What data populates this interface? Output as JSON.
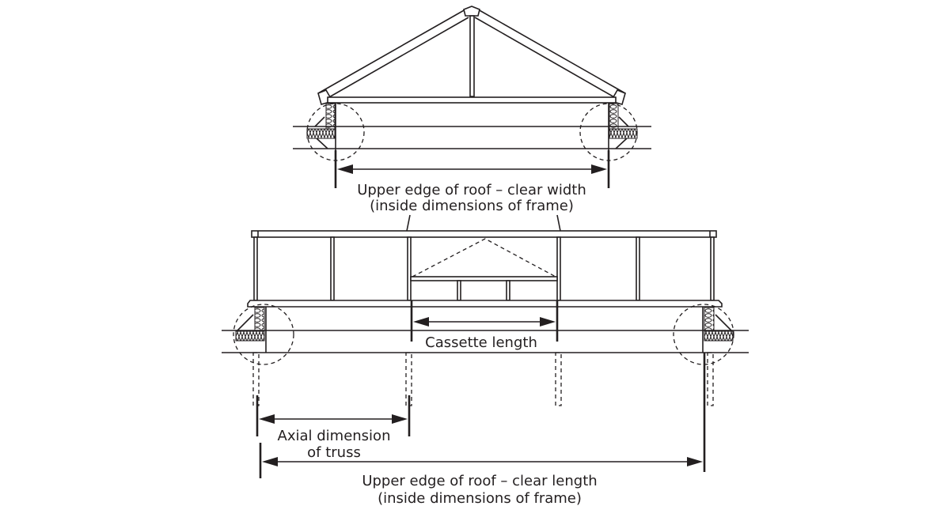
{
  "diagram": {
    "title": "Roof truss and cassette dimensions",
    "labels": {
      "clear_width_line1": "Upper edge of roof – clear width",
      "clear_width_line2": "(inside dimensions of frame)",
      "cassette_length": "Cassette length",
      "axial_line1": "Axial dimension",
      "axial_line2": "of truss",
      "clear_length_line1": "Upper edge of roof – clear length",
      "clear_length_line2": "(inside dimensions of frame)"
    },
    "colors": {
      "ink": "#231f20",
      "background": "#ffffff"
    }
  }
}
